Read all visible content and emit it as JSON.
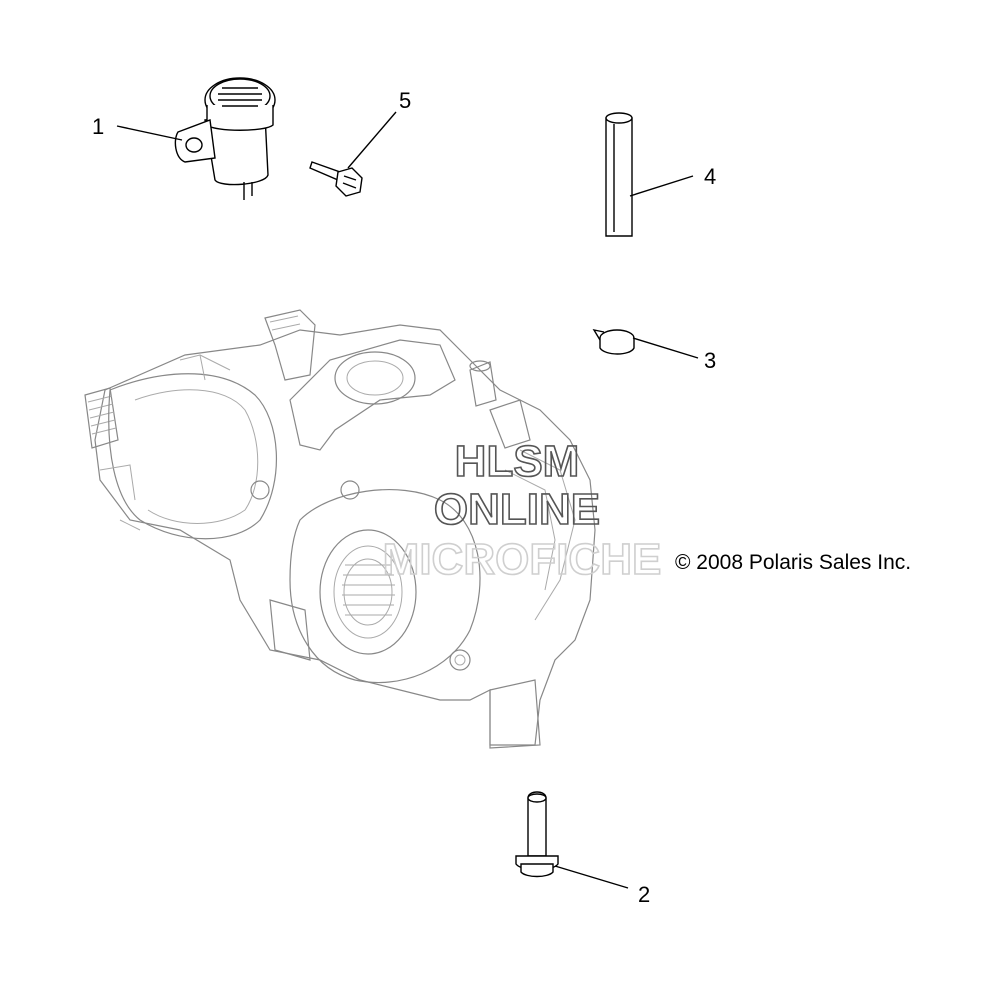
{
  "callouts": [
    {
      "number": "1"
    },
    {
      "number": "2"
    },
    {
      "number": "3"
    },
    {
      "number": "4"
    },
    {
      "number": "5"
    }
  ],
  "copyright": "© 2008 Polaris Sales Inc.",
  "watermark": {
    "line1": "HLSM",
    "line2": "ONLINE",
    "line3": "MICROFICHE"
  }
}
